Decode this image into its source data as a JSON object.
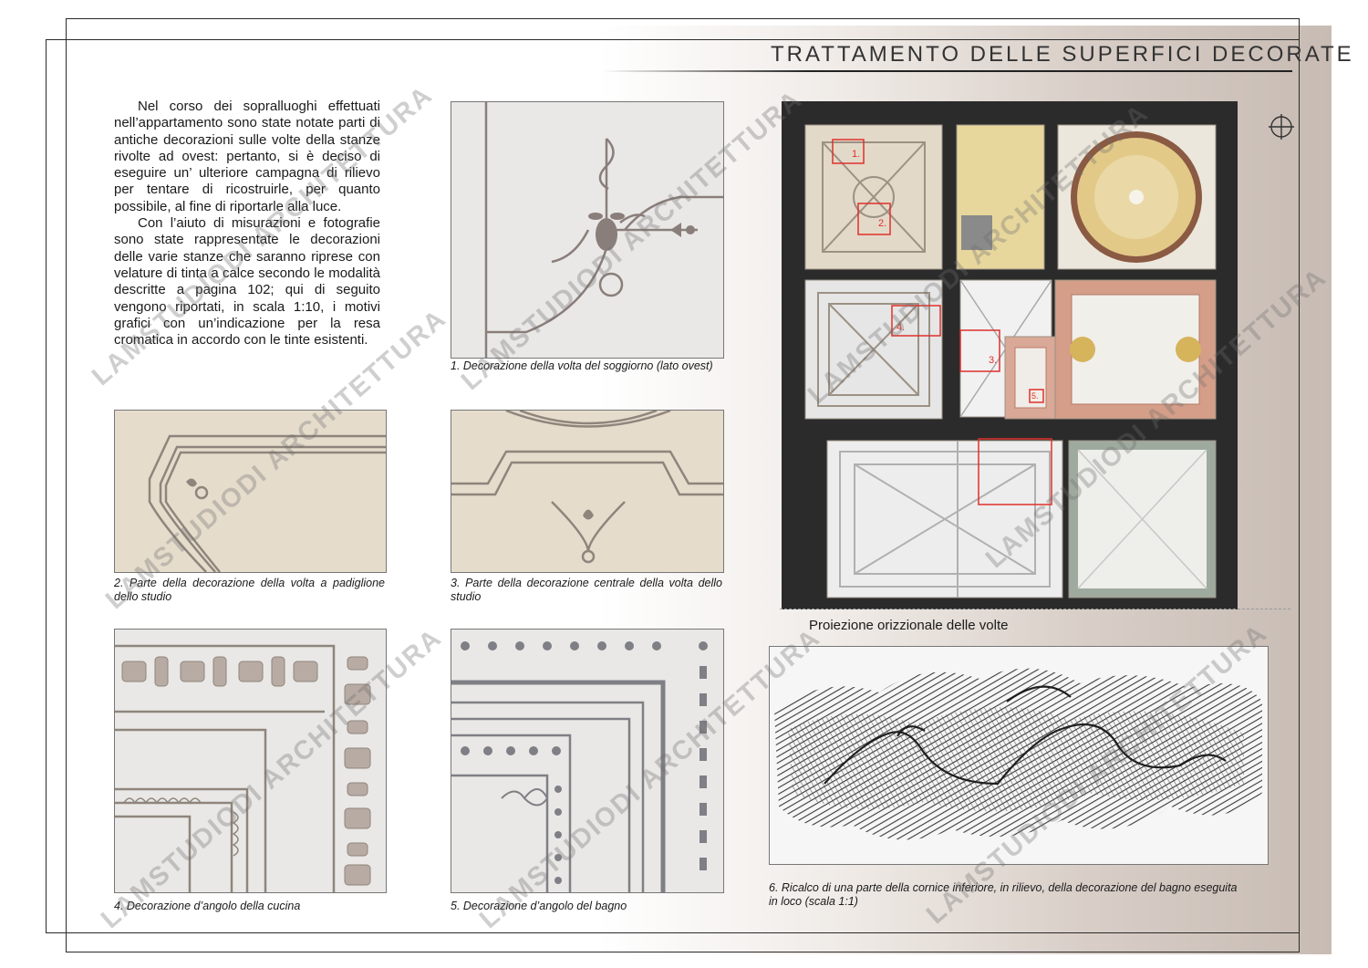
{
  "page": {
    "title": "TRATTAMENTO DELLE SUPERFICI DECORATE",
    "watermark": "LAMSTUDIODI ARCHITETTURA"
  },
  "intro": {
    "p1": "Nel corso dei sopralluoghi effettuati nell’appartamento sono state notate parti di antiche decorazioni sulle volte della stanze rivolte ad ovest: pertanto, si è deciso di eseguire un’ ulteriore campagna di rilievo per tentare di ricostruirle, per quanto possibile, al fine di riportarle alla luce.",
    "p2": "Con l’aiuto di misurazioni e fotografie sono state rappresentate le decorazioni delle varie stanze che saranno riprese con velature di tinta a calce secondo le modalità descritte a pagina 102; qui di seguito vengono riportati, in scala 1:10, i motivi grafici con un’indicazione per la resa cromatica in accordo con le tinte esistenti."
  },
  "figures": [
    {
      "caption": "1. Decorazione della volta del soggiorno (lato ovest)"
    },
    {
      "caption": "2. Parte della decorazione della volta a padiglione dello studio"
    },
    {
      "caption": "3. Parte della decorazione centrale della volta dello studio"
    },
    {
      "caption": "4. Decorazione d’angolo della cucina"
    },
    {
      "caption": "5. Decorazione d’angolo del bagno"
    },
    {
      "caption": "6. Ricalco di una parte della cornice inferiore, in rilievo, della decorazione del bagno eseguita in loco (scala 1:1)"
    }
  ],
  "plan": {
    "label": "Proiezione orizzionale delle volte",
    "markers": [
      "1.",
      "2.",
      "3.",
      "4.",
      "5."
    ]
  },
  "colors": {
    "frame": "#2a2a2a",
    "plan_background": "#2b2b2b",
    "marker": "#e0302a",
    "beige_panel": "#e6dccc",
    "grey_panel": "#e9e8e6"
  }
}
